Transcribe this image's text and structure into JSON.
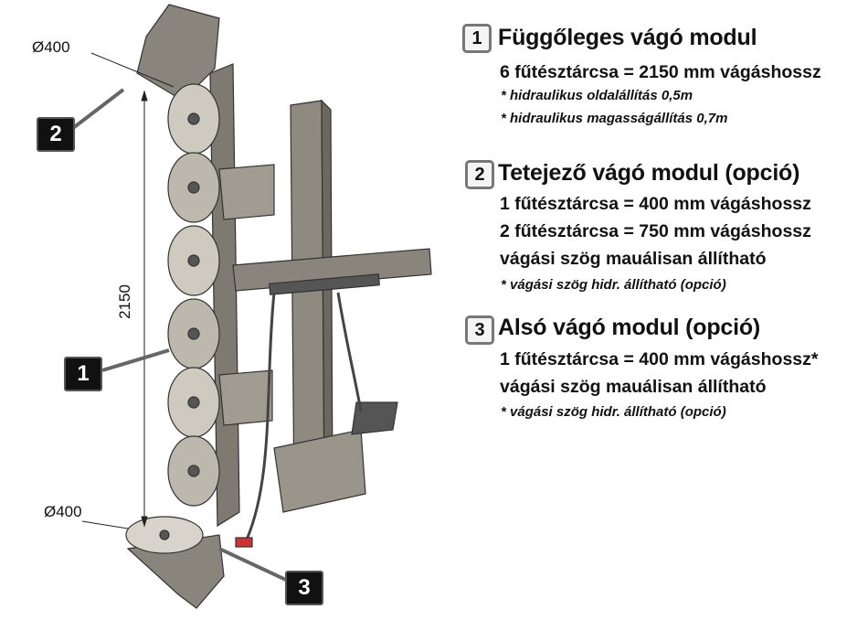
{
  "diagram": {
    "dim_top": "Ø400",
    "dim_bottom": "Ø400",
    "dim_height": "2150",
    "callouts": [
      "1",
      "2",
      "3"
    ]
  },
  "sections": [
    {
      "number": "1",
      "title": "Függőleges vágó modul",
      "lines": [
        "6 fűtésztárcsa = 2150 mm vágáshossz"
      ],
      "notes": [
        "* hidraulikus oldalállítás 0,5m",
        "* hidraulikus magasságállítás 0,7m"
      ]
    },
    {
      "number": "2",
      "title": "Tetejező vágó modul (opció)",
      "lines": [
        "1 fűtésztárcsa = 400 mm vágáshossz",
        "2 fűtésztárcsa = 750 mm vágáshossz",
        "vágási szög mauálisan állítható"
      ],
      "notes": [
        "* vágási szög hidr. állítható (opció)"
      ]
    },
    {
      "number": "3",
      "title": "Alsó vágó modul (opció)",
      "lines": [
        "1 fűtésztárcsa = 400 mm vágáshossz*",
        "vágási szög mauálisan állítható"
      ],
      "notes": [
        "* vágási szög hidr. állítható (opció)"
      ]
    }
  ]
}
